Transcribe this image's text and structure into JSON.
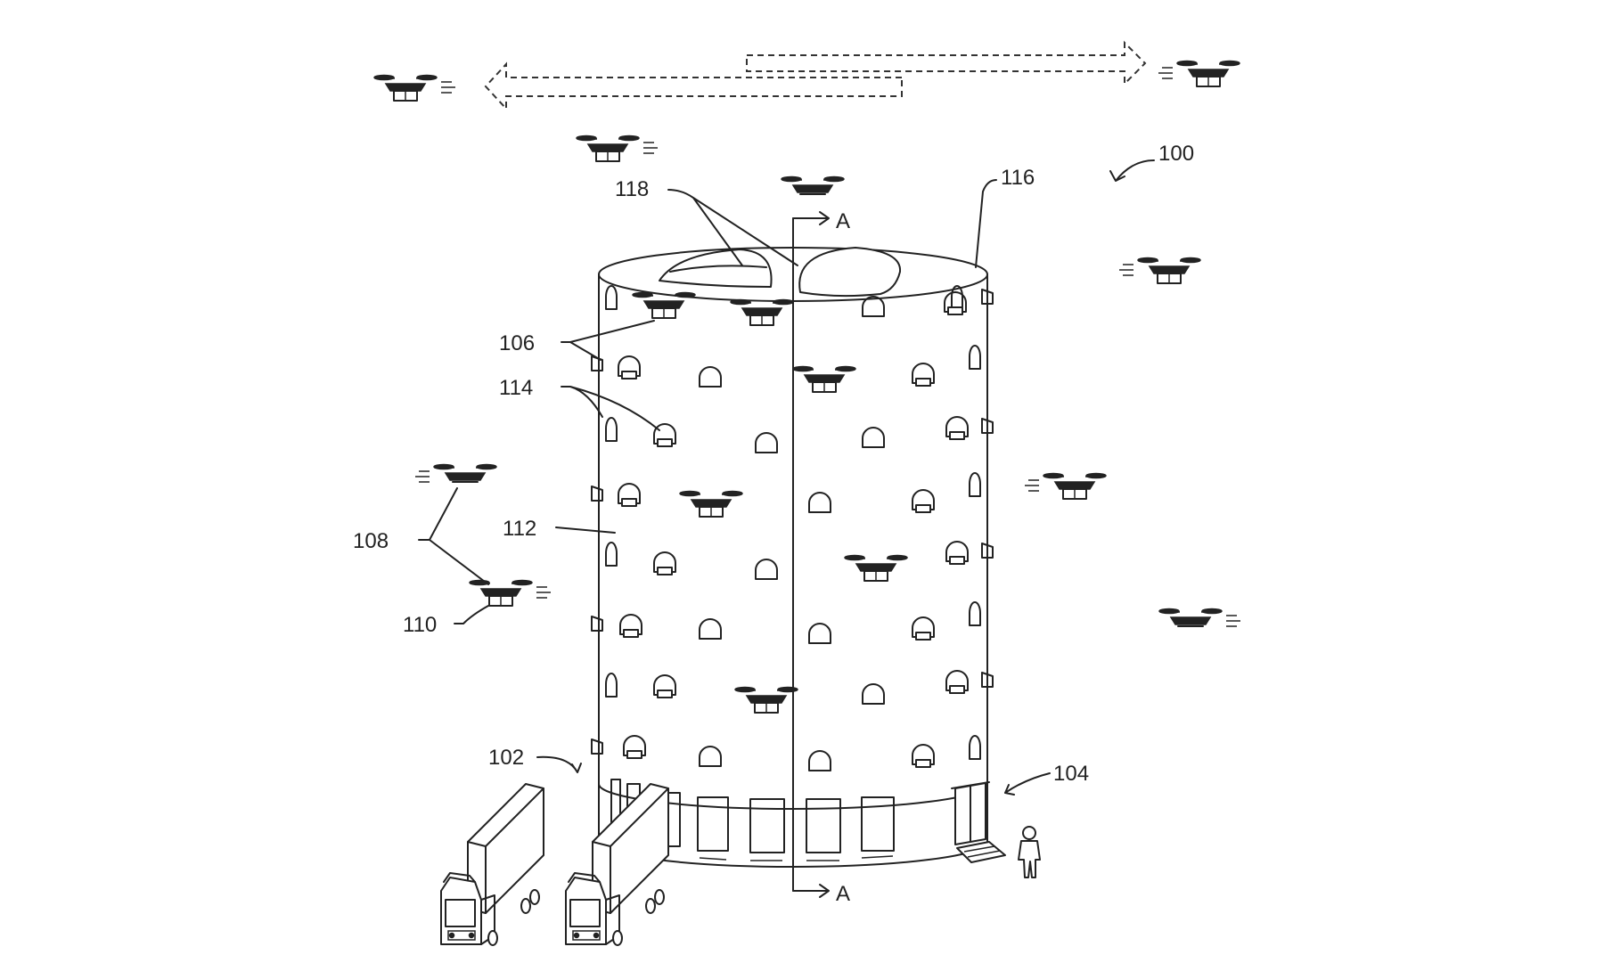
{
  "figure": {
    "labels": {
      "system": "100",
      "inbound_area": "102",
      "outbound_area": "104",
      "bays": "106",
      "uav": "108",
      "package": "110",
      "exterior": "112",
      "openings": "114",
      "roof": "116",
      "domes": "118",
      "section_top": "A",
      "section_bottom": "A"
    }
  }
}
